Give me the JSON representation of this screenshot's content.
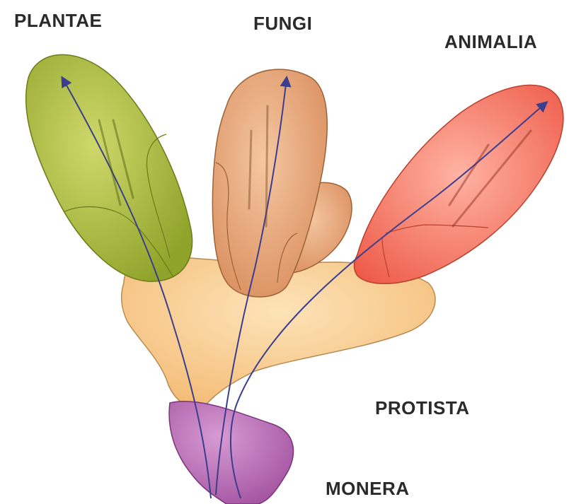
{
  "kingdoms": [
    {
      "key": "plantae",
      "name": "PLANTAE"
    },
    {
      "key": "fungi",
      "name": "FUNGI"
    },
    {
      "key": "animalia",
      "name": "ANIMALIA"
    },
    {
      "key": "protista",
      "name": "PROTISTA"
    },
    {
      "key": "monera",
      "name": "MONERA"
    }
  ],
  "colors": {
    "plantae": "#a4b73a",
    "fungi": "#e3a477",
    "animalia": "#f26f5e",
    "protista": "#f7c98e",
    "monera": "#b867b4",
    "arrow": "#3b3d8f"
  }
}
